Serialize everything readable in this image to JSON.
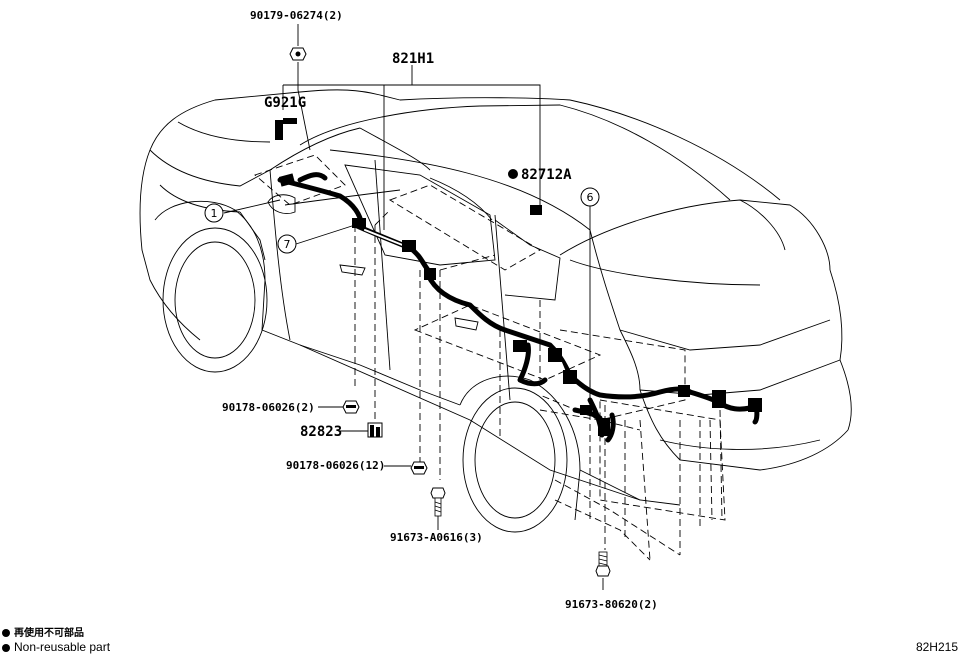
{
  "diagram": {
    "labels": {
      "p_90179": "90179-06274(2)",
      "p_821H1": "821H1",
      "p_G921G": "G921G",
      "p_82712A": "82712A",
      "p_90178_a": "90178-06026(2)",
      "p_82823": "82823",
      "p_90178_b": "90178-06026(12)",
      "p_91673_a": "91673-A0616(3)",
      "p_91673_b": "91673-80620(2)"
    },
    "callouts": {
      "c1": "1",
      "c6": "6",
      "c7": "7"
    }
  },
  "legend": {
    "jp": "再使用不可部品",
    "en": "Non-reusable part"
  },
  "diagram_code": "82H215"
}
